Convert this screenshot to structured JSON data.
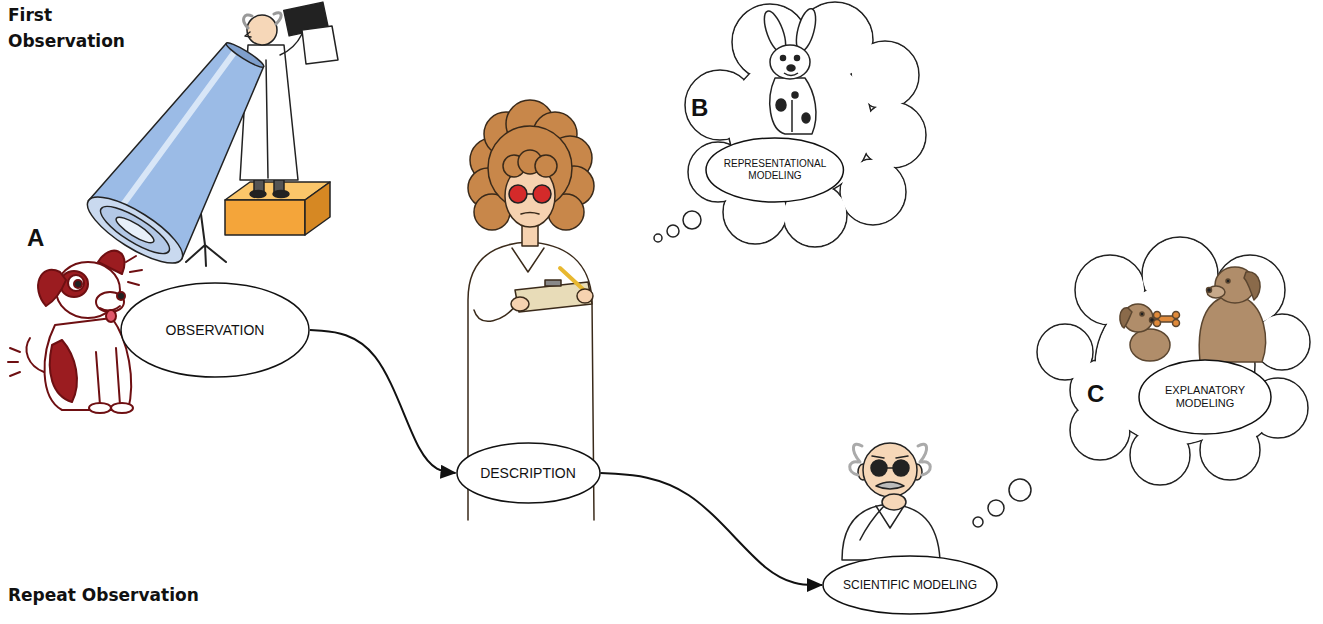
{
  "diagram": {
    "nodes": [
      {
        "text": [
          "OBSERVATION"
        ]
      },
      {
        "text": [
          "DESCRIPTION"
        ]
      },
      {
        "text": [
          "REPRESENTATIONAL MODELING"
        ]
      },
      {
        "text": [
          "SCIENTIFIC MODELING"
        ]
      },
      {
        "text": [
          "EXPLANATORY MODELING"
        ]
      }
    ],
    "edges": [
      {
        "from": 0,
        "to": 1,
        "arrow": "to"
      },
      {
        "from": 1,
        "to": 3,
        "arrow": "to"
      }
    ],
    "labels": [
      "First Observation",
      "A",
      "B",
      "C",
      "Repeat Observation"
    ]
  }
}
